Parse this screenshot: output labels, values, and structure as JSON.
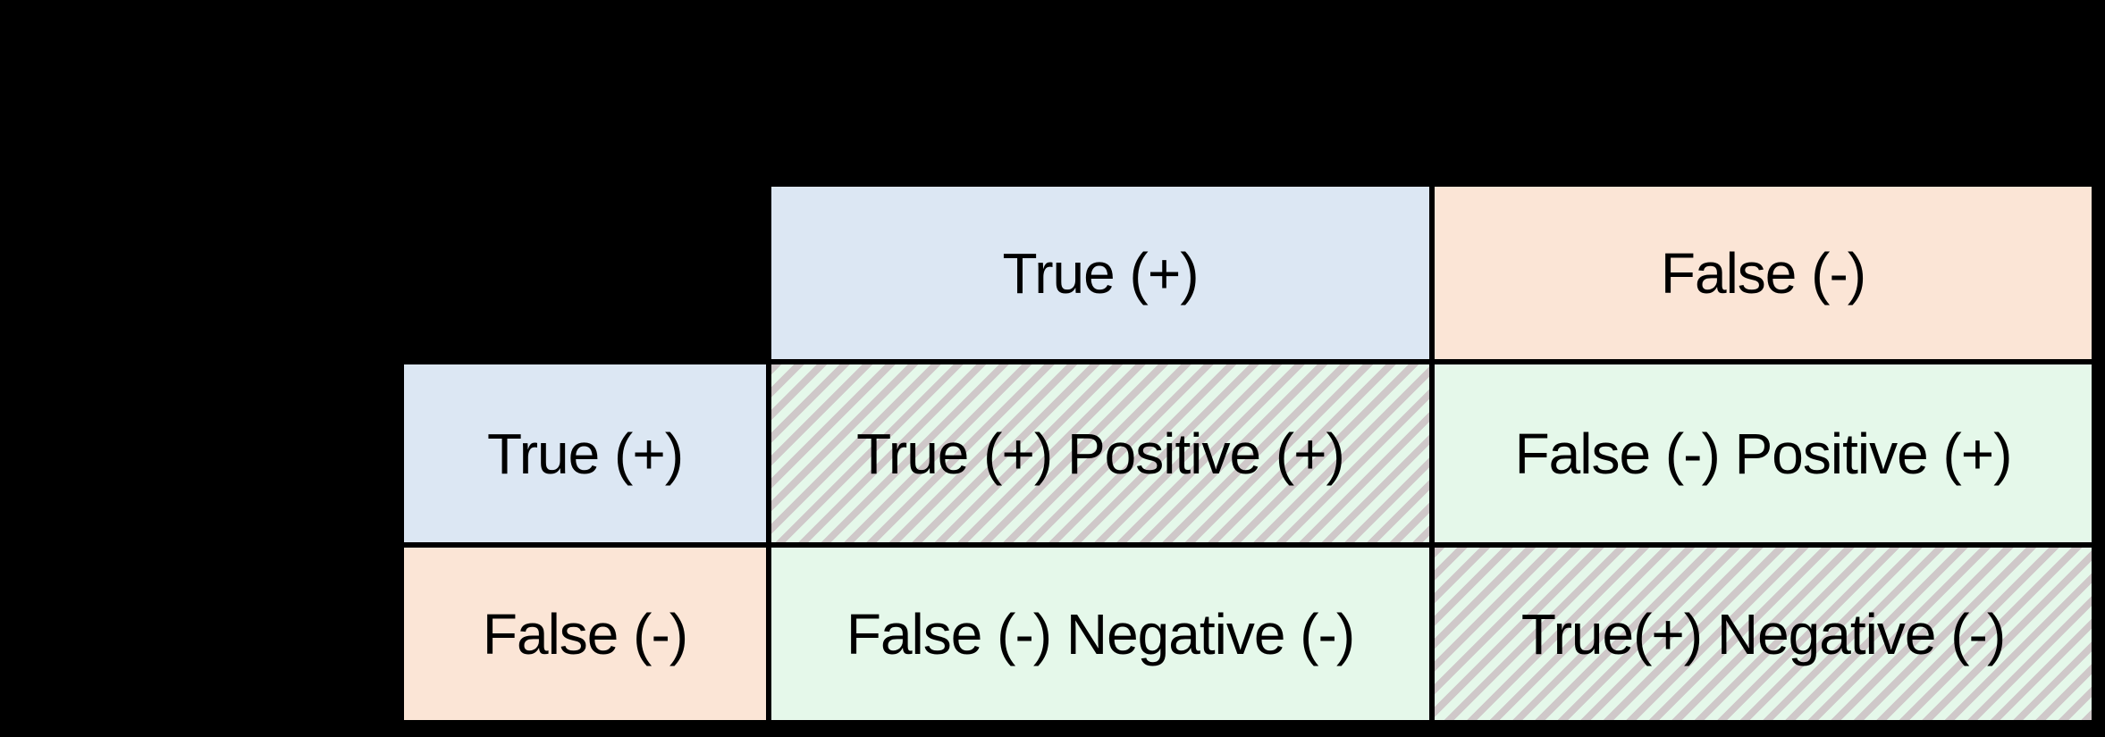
{
  "background_color": "#000000",
  "matrix": {
    "column_headers": [
      {
        "label": "True (+)",
        "color": "#dce7f3"
      },
      {
        "label": "False (-)",
        "color": "#fbe5d6"
      }
    ],
    "rows": [
      {
        "header": {
          "label": "True (+)",
          "color": "#dce7f3"
        },
        "cells": [
          {
            "label": "True (+) Positive (+)",
            "color": "#e5f8ea",
            "hatched": true
          },
          {
            "label": "False (-) Positive (+)",
            "color": "#e5f8ea",
            "hatched": false
          }
        ]
      },
      {
        "header": {
          "label": "False (-)",
          "color": "#fbe5d6"
        },
        "cells": [
          {
            "label": "False (-) Negative (-)",
            "color": "#e5f8ea",
            "hatched": false
          },
          {
            "label": "True(+) Negative (-)",
            "color": "#e5f8ea",
            "hatched": true
          }
        ]
      }
    ],
    "hatch_stripe_color": "#cfc8c9",
    "border_color": "#000000",
    "text_color": "#000000"
  }
}
